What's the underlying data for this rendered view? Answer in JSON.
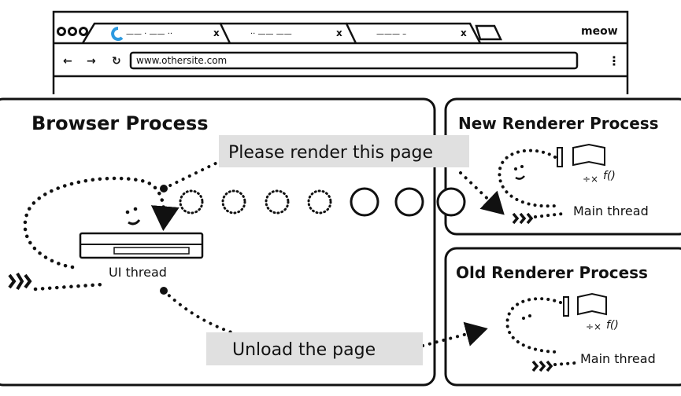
{
  "browser_window": {
    "url": "www.othersite.com",
    "profile_label": "meow",
    "tabs": [
      {
        "title": "—— · —— ··"
      },
      {
        "title": "·· —— ——"
      },
      {
        "title": "——— –"
      }
    ],
    "loading_color": "#2d9ae0"
  },
  "browser_process": {
    "title": "Browser Process",
    "ui_thread_label": "UI thread",
    "message_render": "Please render this page",
    "message_unload": "Unload the page"
  },
  "new_renderer": {
    "title": "New Renderer Process",
    "thread_label": "Main thread"
  },
  "old_renderer": {
    "title": "Old Renderer Process",
    "thread_label": "Main thread"
  },
  "colors": {
    "stroke": "#111111",
    "label_background": "#e0e0e0"
  }
}
